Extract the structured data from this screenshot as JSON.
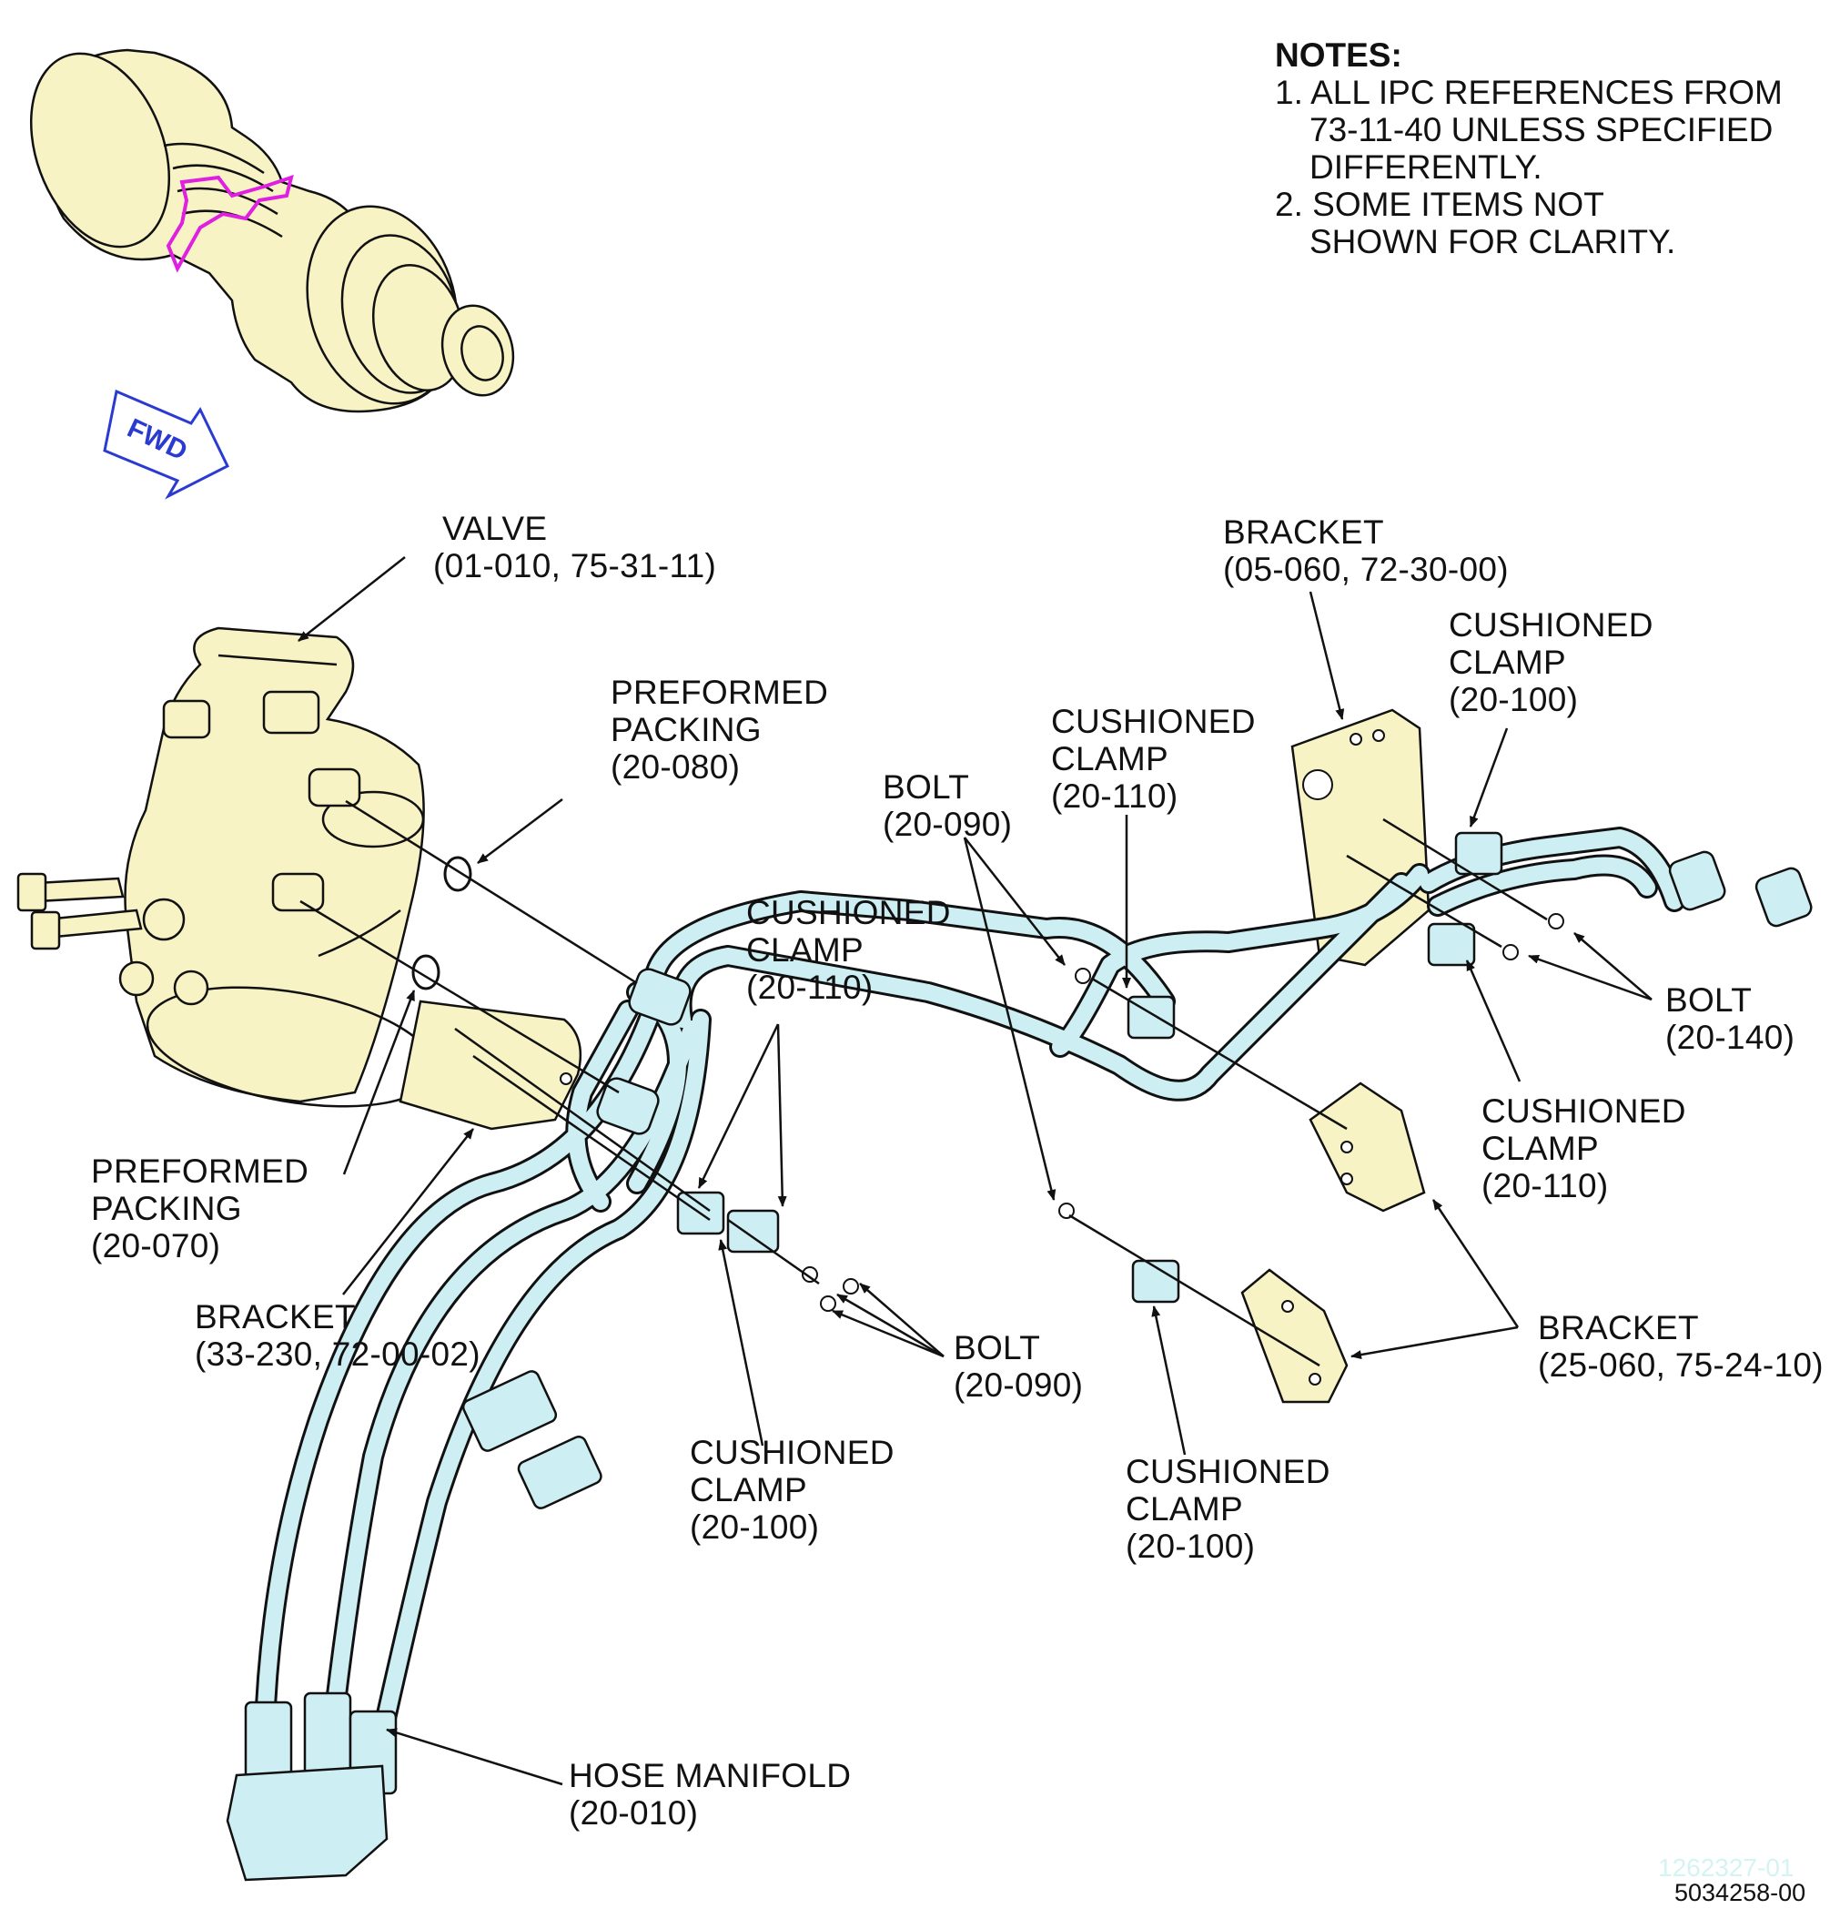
{
  "notes": {
    "heading": "NOTES:",
    "items": [
      [
        "1. ALL IPC REFERENCES FROM",
        "73-11-40 UNLESS SPECIFIED",
        "DIFFERENTLY."
      ],
      [
        "2. SOME ITEMS NOT",
        "SHOWN FOR CLARITY."
      ]
    ]
  },
  "fwd_label": "FWD",
  "callouts": {
    "valve": [
      "VALVE",
      "(01-010, 75-31-11)"
    ],
    "packing_080": [
      "PREFORMED",
      "PACKING",
      "(20-080)"
    ],
    "packing_070": [
      "PREFORMED",
      "PACKING",
      "(20-070)"
    ],
    "bracket_33_230": [
      "BRACKET",
      "(33-230, 72-00-02)"
    ],
    "clamp_110_left": [
      "CUSHIONED",
      "CLAMP",
      "(20-110)"
    ],
    "bolt_090_top": [
      "BOLT",
      "(20-090)"
    ],
    "clamp_110_mid": [
      "CUSHIONED",
      "CLAMP",
      "(20-110)"
    ],
    "bracket_05_060": [
      "BRACKET",
      "(05-060, 72-30-00)"
    ],
    "clamp_100_top": [
      "CUSHIONED",
      "CLAMP",
      "(20-100)"
    ],
    "bolt_140": [
      "BOLT",
      "(20-140)"
    ],
    "clamp_110_right": [
      "CUSHIONED",
      "CLAMP",
      "(20-110)"
    ],
    "bracket_25_060": [
      "BRACKET",
      "(25-060, 75-24-10)"
    ],
    "bolt_090_bottom": [
      "BOLT",
      "(20-090)"
    ],
    "clamp_100_left": [
      "CUSHIONED",
      "CLAMP",
      "(20-100)"
    ],
    "clamp_100_right": [
      "CUSHIONED",
      "CLAMP",
      "(20-100)"
    ],
    "hose_manifold": [
      "HOSE MANIFOLD",
      "(20-010)"
    ]
  },
  "figure_numbers": {
    "faint": "1262327-01",
    "main": "5034258-00"
  },
  "colors": {
    "component_fill": "#f8f3c4",
    "tube_fill": "#cdeef2",
    "highlight": "#e020e0",
    "fwd_arrow": "#2b3bd1",
    "line": "#111111"
  }
}
